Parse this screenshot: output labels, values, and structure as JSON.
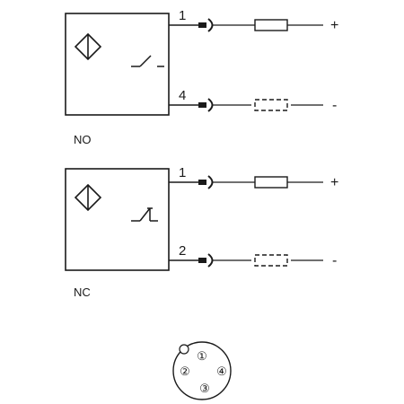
{
  "circuits": [
    {
      "id": "no",
      "label": "NO",
      "switch_type": "normally-open",
      "wires": [
        {
          "pin": "1",
          "polarity": "+",
          "load": "resistor"
        },
        {
          "pin": "4",
          "polarity": "-",
          "load": "dashed-resistor"
        }
      ]
    },
    {
      "id": "nc",
      "label": "NC",
      "switch_type": "normally-closed",
      "wires": [
        {
          "pin": "1",
          "polarity": "+",
          "load": "resistor"
        },
        {
          "pin": "2",
          "polarity": "-",
          "load": "dashed-resistor"
        }
      ]
    }
  ],
  "connector": {
    "pins": [
      "①",
      "②",
      "③",
      "④"
    ]
  },
  "colors": {
    "line": "#1a1a1a",
    "background": "#ffffff"
  }
}
